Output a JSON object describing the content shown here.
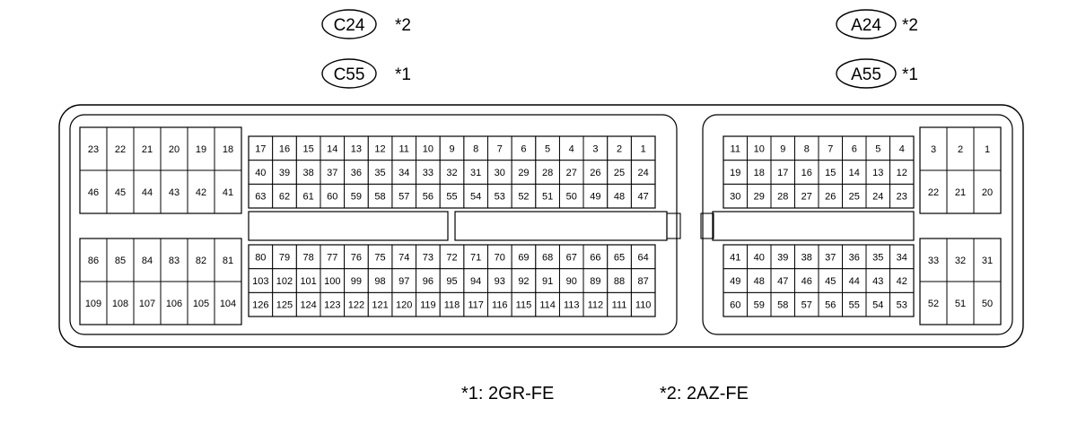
{
  "connector_labels": {
    "left_top": {
      "code": "C24",
      "note": "*2"
    },
    "left_bottom": {
      "code": "C55",
      "note": "*1"
    },
    "right_top": {
      "code": "A24",
      "note": "*2"
    },
    "right_bottom": {
      "code": "A55",
      "note": "*1"
    }
  },
  "footnotes": {
    "note1": "*1: 2GR-FE",
    "note2": "*2: 2AZ-FE"
  },
  "connector_c": {
    "upper_left": [
      [
        "23",
        "22",
        "21",
        "20",
        "19",
        "18"
      ],
      [
        "46",
        "45",
        "44",
        "43",
        "42",
        "41"
      ]
    ],
    "upper_right": [
      [
        "17",
        "16",
        "15",
        "14",
        "13",
        "12",
        "11",
        "10",
        "9",
        "8",
        "7",
        "6",
        "5",
        "4",
        "3",
        "2",
        "1"
      ],
      [
        "40",
        "39",
        "38",
        "37",
        "36",
        "35",
        "34",
        "33",
        "32",
        "31",
        "30",
        "29",
        "28",
        "27",
        "26",
        "25",
        "24"
      ],
      [
        "63",
        "62",
        "61",
        "60",
        "59",
        "58",
        "57",
        "56",
        "55",
        "54",
        "53",
        "52",
        "51",
        "50",
        "49",
        "48",
        "47"
      ]
    ],
    "lower_left": [
      [
        "86",
        "85",
        "84",
        "83",
        "82",
        "81"
      ],
      [
        "109",
        "108",
        "107",
        "106",
        "105",
        "104"
      ]
    ],
    "lower_right": [
      [
        "80",
        "79",
        "78",
        "77",
        "76",
        "75",
        "74",
        "73",
        "72",
        "71",
        "70",
        "69",
        "68",
        "67",
        "66",
        "65",
        "64"
      ],
      [
        "103",
        "102",
        "101",
        "100",
        "99",
        "98",
        "97",
        "96",
        "95",
        "94",
        "93",
        "92",
        "91",
        "90",
        "89",
        "88",
        "87"
      ],
      [
        "126",
        "125",
        "124",
        "123",
        "122",
        "121",
        "120",
        "119",
        "118",
        "117",
        "116",
        "115",
        "114",
        "113",
        "112",
        "111",
        "110"
      ]
    ]
  },
  "connector_a": {
    "upper_left": [
      [
        "11",
        "10",
        "9",
        "8",
        "7",
        "6",
        "5",
        "4"
      ],
      [
        "19",
        "18",
        "17",
        "16",
        "15",
        "14",
        "13",
        "12"
      ],
      [
        "30",
        "29",
        "28",
        "27",
        "26",
        "25",
        "24",
        "23"
      ]
    ],
    "upper_right": [
      [
        "3",
        "2",
        "1"
      ],
      [
        "22",
        "21",
        "20"
      ]
    ],
    "lower_left": [
      [
        "41",
        "40",
        "39",
        "38",
        "37",
        "36",
        "35",
        "34"
      ],
      [
        "49",
        "48",
        "47",
        "46",
        "45",
        "44",
        "43",
        "42"
      ],
      [
        "60",
        "59",
        "58",
        "57",
        "56",
        "55",
        "54",
        "53"
      ]
    ],
    "lower_right": [
      [
        "33",
        "32",
        "31"
      ],
      [
        "52",
        "51",
        "50"
      ]
    ]
  }
}
